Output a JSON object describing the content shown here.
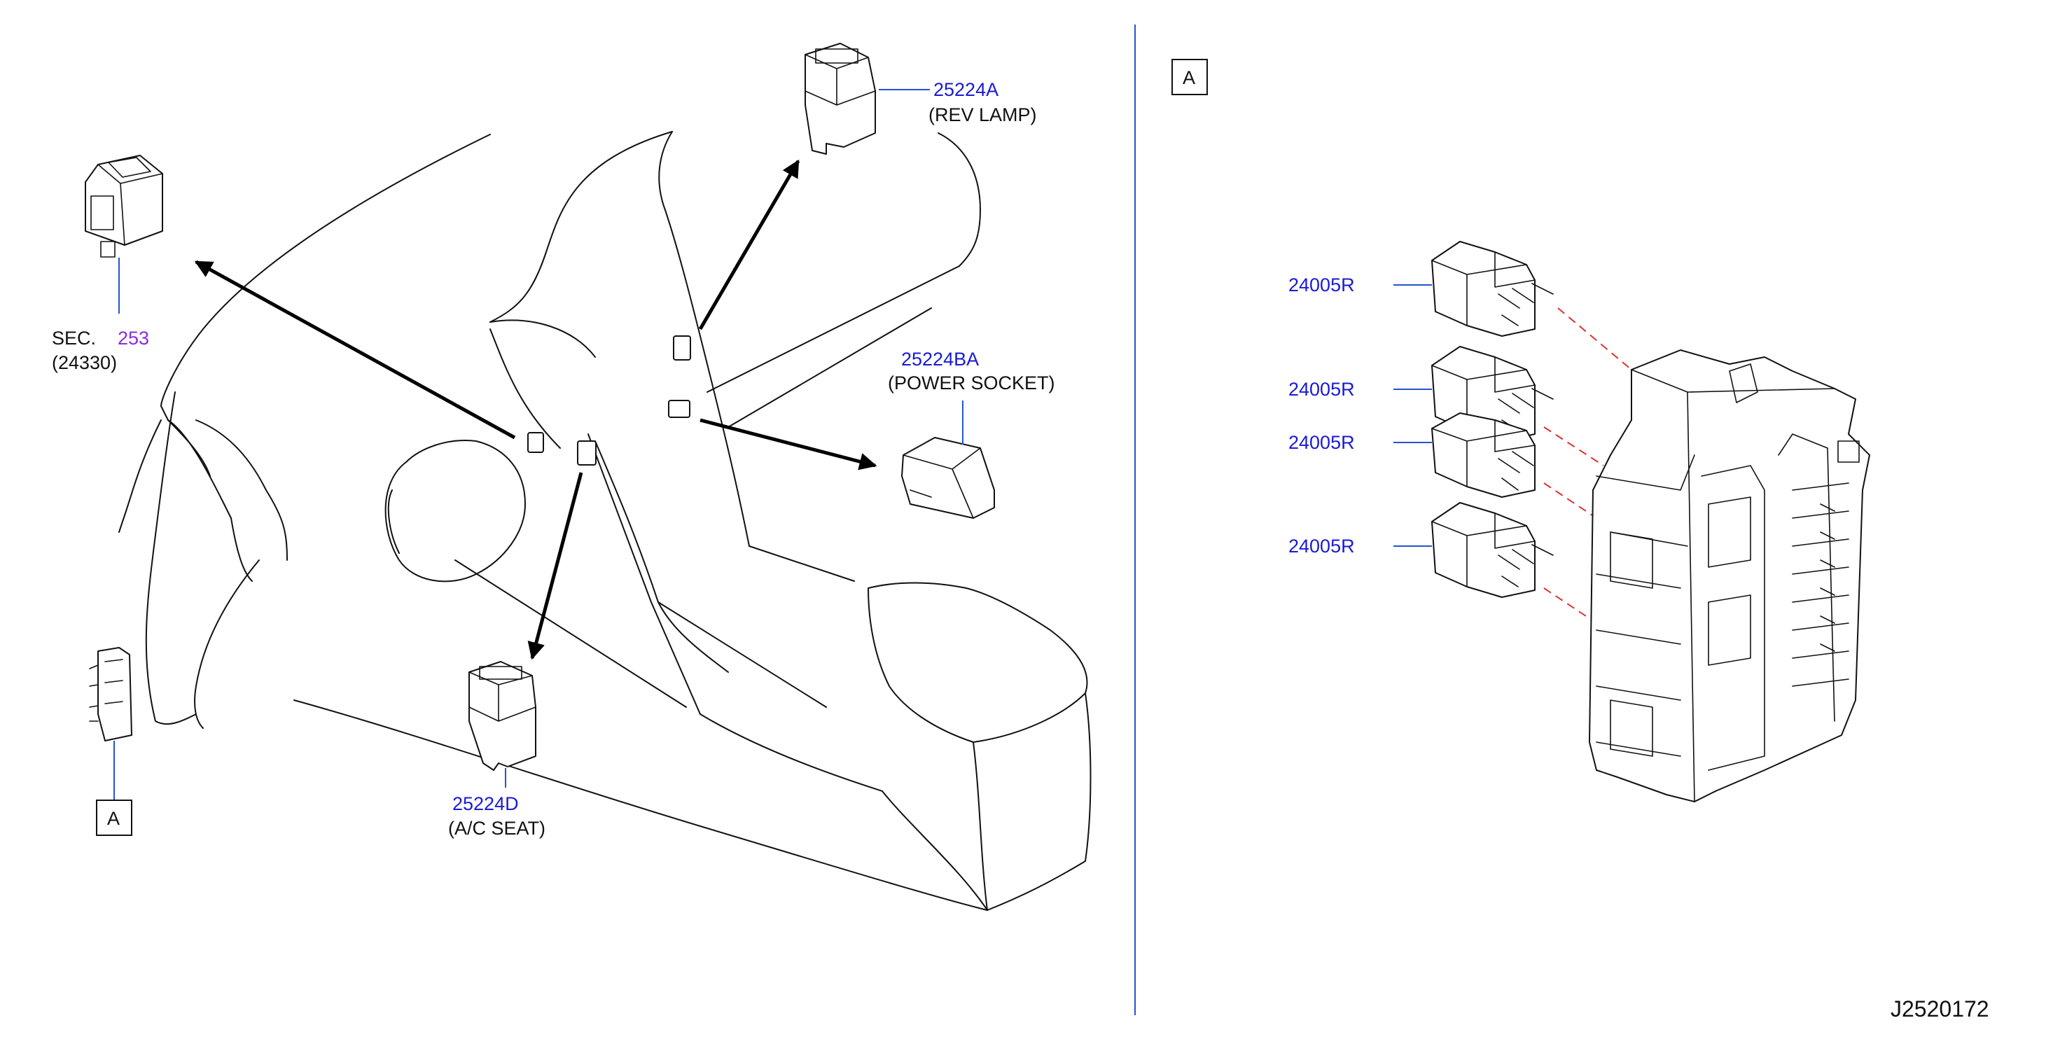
{
  "parts": {
    "rev_lamp": {
      "number": "25224A",
      "desc": "(REV   LAMP)"
    },
    "power_socket": {
      "number": "25224BA",
      "desc": "(POWER   SOCKET)"
    },
    "ac_seat": {
      "number": "25224D",
      "desc": "(A/C   SEAT)"
    },
    "sec": {
      "prefix": "SEC.",
      "number": "253",
      "desc": "(24330)"
    },
    "relays": [
      "24005R",
      "24005R",
      "24005R",
      "24005R"
    ]
  },
  "callouts": {
    "view_a_left": "A",
    "view_a_right": "A"
  },
  "drawing_code": "J2520172",
  "colors": {
    "part_number": "#1a1ad6",
    "section_link": "#8a2be2",
    "divider": "#2255cc",
    "dash": "#e03030"
  }
}
